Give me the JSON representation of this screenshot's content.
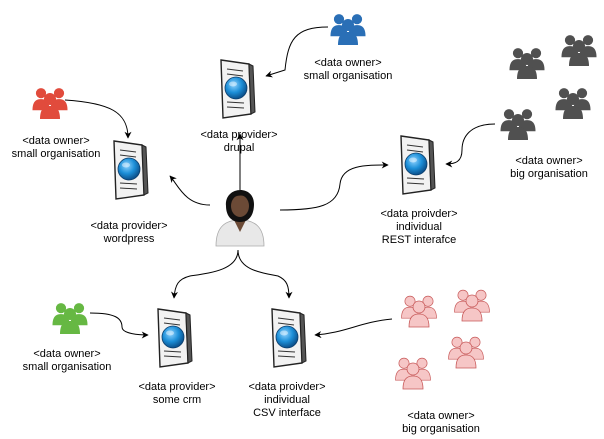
{
  "colors": {
    "red_group": "#e14b3c",
    "blue_group": "#2a6fb6",
    "dark_group": "#505050",
    "green_group": "#66b843",
    "pink_group": "#f6c6c6",
    "pink_outline": "#c85a5a",
    "globe": "#1c8fd8",
    "doc_border": "#222222"
  },
  "icons": {
    "person": "person-icon",
    "group": "user-group-icon",
    "document": "document-globe-icon"
  },
  "nodes": {
    "owner_red": {
      "lines": [
        "<data owner>",
        "small organisation"
      ]
    },
    "owner_blue": {
      "lines": [
        "<data owner>",
        "small organisation"
      ]
    },
    "owner_dark": {
      "lines": [
        "<data owner>",
        "big organisation"
      ]
    },
    "owner_green": {
      "lines": [
        "<data owner>",
        "small organisation"
      ]
    },
    "owner_pink": {
      "lines": [
        "<data owner>",
        "big organisation"
      ]
    },
    "provider_drupal": {
      "lines": [
        "<data provider>",
        "drupal"
      ]
    },
    "provider_wordpress": {
      "lines": [
        "<data provider>",
        "wordpress"
      ]
    },
    "provider_rest": {
      "lines": [
        "<data proivder>",
        "individual",
        "REST interafce"
      ]
    },
    "provider_crm": {
      "lines": [
        "<data provider>",
        "some crm"
      ]
    },
    "provider_csv": {
      "lines": [
        "<data proivder>",
        "individual",
        "CSV interface"
      ]
    }
  }
}
